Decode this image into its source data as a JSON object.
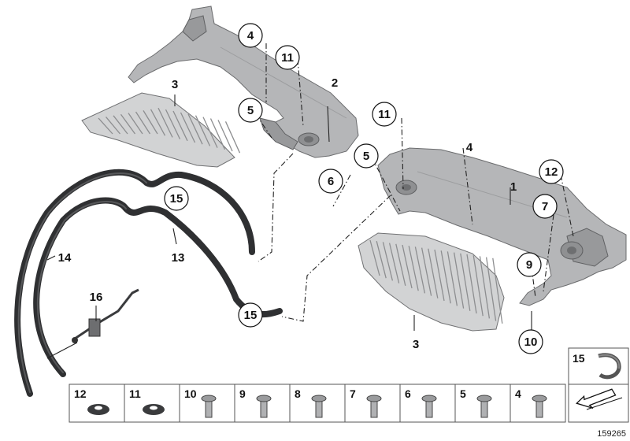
{
  "diagram": {
    "callouts": {
      "c4a": "4",
      "c11a": "11",
      "c5a": "5",
      "c15a": "15",
      "c11b": "11",
      "c5b": "5",
      "c6": "6",
      "c12": "12",
      "c7": "7",
      "c9": "9",
      "c10": "10",
      "c15b": "15"
    },
    "plain_labels": {
      "p3a": "3",
      "p2": "2",
      "p4b": "4",
      "p1": "1",
      "p14": "14",
      "p13": "13",
      "p16": "16",
      "p3b": "3"
    }
  },
  "legend": {
    "cells": [
      "12",
      "11",
      "10",
      "9",
      "8",
      "7",
      "6",
      "5",
      "4"
    ],
    "clip_cell": "15"
  },
  "image_id": "159265"
}
